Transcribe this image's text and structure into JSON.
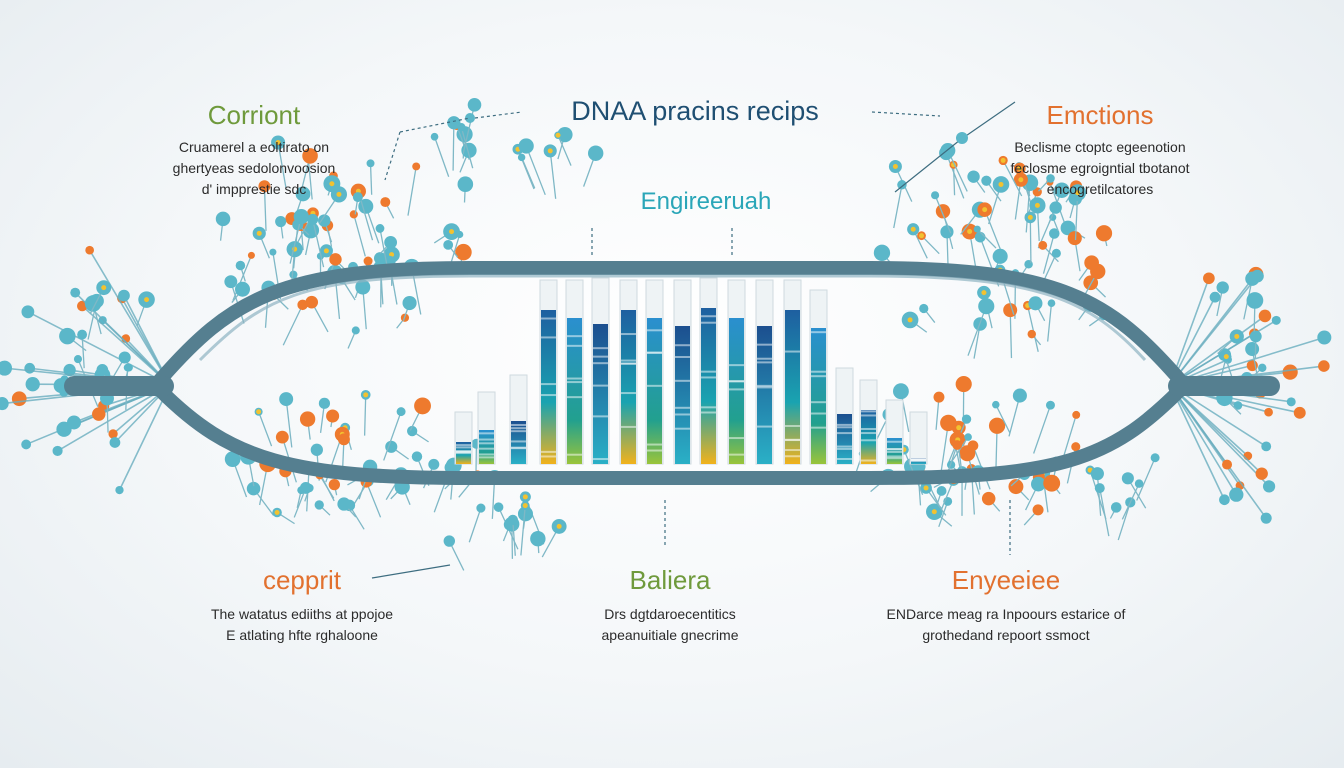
{
  "title": "DNAA pracins recips",
  "center_label": "Engireeruah",
  "colors": {
    "title": "#1f4f72",
    "green": "#6f9a3c",
    "orange": "#e2712f",
    "teal": "#2aa6b8",
    "helix": "#4f7f92",
    "node": "#5bb7c9",
    "node_orange": "#ee7a2e"
  },
  "labels": {
    "top_left": {
      "heading": "Corriont",
      "lines": [
        "Cruamerel a eoltirato on",
        "ghertyeas sedolonvoosion",
        "d' impprestie sdc"
      ]
    },
    "top_right": {
      "heading": "Emctions",
      "lines": [
        "Beclisme ctoptc egeenotion",
        "feclosme egroigntial tbotanot",
        "encogretilcatores"
      ]
    },
    "bottom_left": {
      "heading": "cepprit",
      "lines": [
        "The watatus ediiths at ppojoe",
        "E atlating hfte rghaloone"
      ]
    },
    "bottom_center": {
      "heading": "Baliera",
      "lines": [
        "Drs dgtdaroecentitics",
        "apeanuitiale gnecrime"
      ]
    },
    "bottom_right": {
      "heading": "Enyeeiee",
      "lines": [
        "ENDarce meag ra Inpoours estarice of",
        "grothedand repoort ssmoct"
      ]
    }
  }
}
